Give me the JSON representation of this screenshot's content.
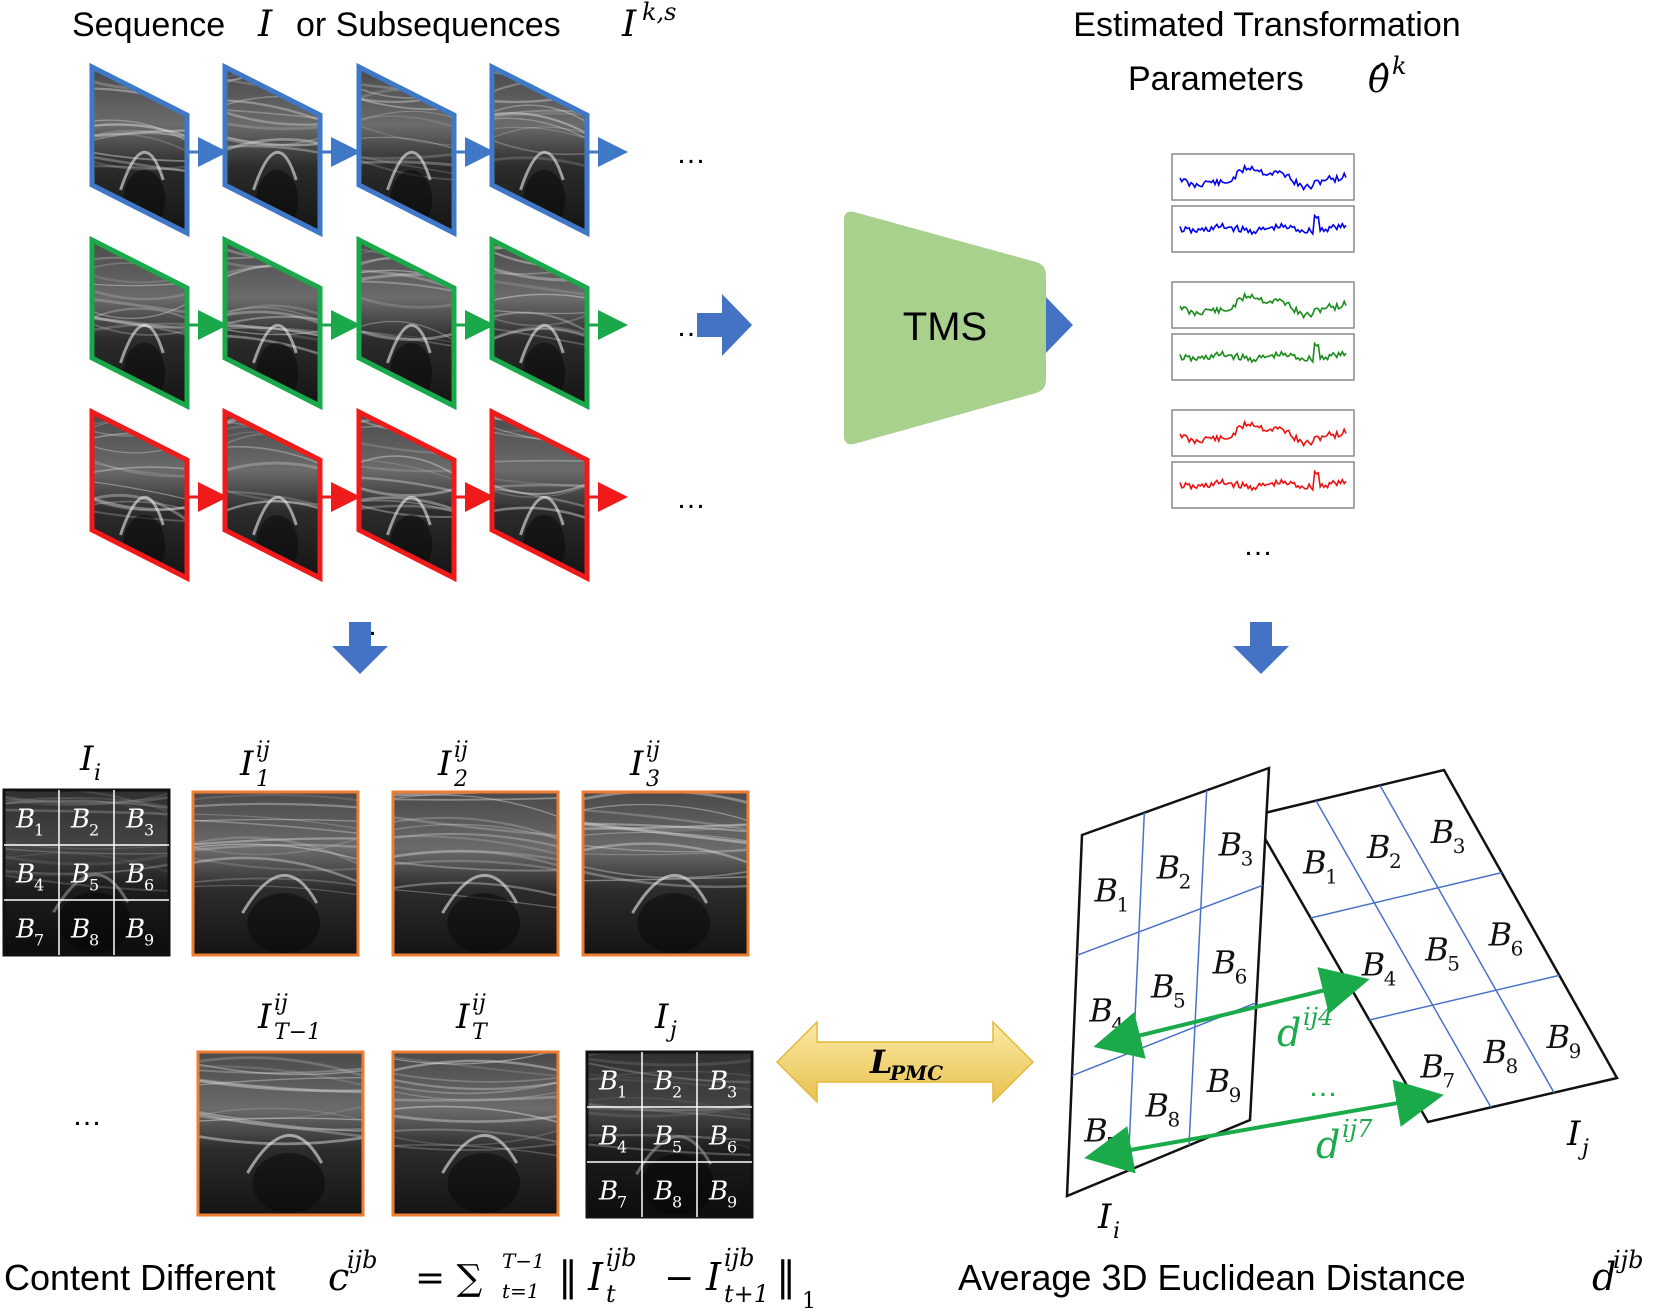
{
  "titles": {
    "sequence_left": "Sequence",
    "sequence_I": "I",
    "sequence_or": "or Subsequences",
    "sequence_sub_I": "I",
    "sequence_sub_sup": "k,s",
    "params_line1": "Estimated Transformation",
    "params_line2": "Parameters",
    "params_theta": "θ̂",
    "params_sup": "k"
  },
  "model": {
    "label": "TMS",
    "color": "#a9d18e"
  },
  "ellipsis": "…",
  "frame_rows": [
    {
      "color": "#3e78c7"
    },
    {
      "color": "#19a84a"
    },
    {
      "color": "#ef1a1a"
    }
  ],
  "param_groups": [
    {
      "color": "#0000ee"
    },
    {
      "color": "#1a8c1a"
    },
    {
      "color": "#ee1111"
    }
  ],
  "block_labels": [
    "B1",
    "B2",
    "B3",
    "B4",
    "B5",
    "B6",
    "B7",
    "B8",
    "B9"
  ],
  "block_base": "B",
  "block_subs": [
    "1",
    "2",
    "3",
    "4",
    "5",
    "6",
    "7",
    "8",
    "9"
  ],
  "labels": {
    "Ii_base": "I",
    "Ii_sub": "i",
    "Ij_base": "I",
    "Ij_sub": "j",
    "I1_sup": "ij",
    "I1_sub": "1",
    "I2_sup": "ij",
    "I2_sub": "2",
    "I3_sup": "ij",
    "I3_sub": "3",
    "ITm1_sup": "ij",
    "ITm1_sub": "T−1",
    "IT_sup": "ij",
    "IT_sub": "T"
  },
  "loss": {
    "label": "L",
    "sub": "PMC",
    "color": "#f5d773"
  },
  "distances": [
    {
      "base": "d",
      "sup": "ij4"
    },
    {
      "base": "d",
      "sup": "ij7"
    }
  ],
  "distance_color": "#1aaa4a",
  "captions": {
    "left_text": "Content Different",
    "left_formula_c": "c",
    "left_formula_c_sup": "ijb",
    "left_formula_rest": "= ∑",
    "left_sum_lo": "t=1",
    "left_sum_hi": "T−1",
    "left_norm_open": "‖",
    "left_It": "I",
    "left_It_sup": "ijb",
    "left_It_sub": "t",
    "left_minus": "−",
    "left_It1": "I",
    "left_It1_sup": "ijb",
    "left_It1_sub": "t+1",
    "left_norm_close": "‖",
    "left_norm_sub": "1",
    "right_text": "Average 3D Euclidean Distance",
    "right_d": "d",
    "right_d_sup": "ijb"
  },
  "accent": {
    "arrow_blue": "#4472c4",
    "orange_border": "#ed7d31"
  }
}
